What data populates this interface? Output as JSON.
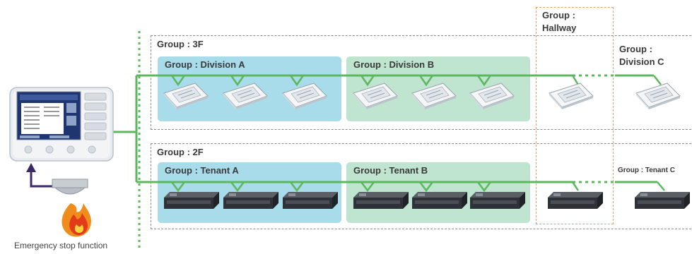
{
  "groups": {
    "floor3": {
      "label": "Group : 3F",
      "zone_a": "Group : Division A",
      "zone_b": "Group : Division B",
      "zone_c_line1": "Group :",
      "zone_c_line2": "Division C"
    },
    "floor2": {
      "label": "Group : 2F",
      "zone_a": "Group : Tenant A",
      "zone_b": "Group : Tenant B",
      "zone_c": "Group : Tenant C"
    },
    "hallway_line1": "Group :",
    "hallway_line2": "Hallway"
  },
  "controller": {
    "caption": "Emergency stop function"
  },
  "colors": {
    "bus_line": "#5cb85c",
    "zone_blue": "#a8dcea",
    "zone_green": "#bfe4cf",
    "hallway_border": "#f0a060",
    "arrow": "#3b2a6b"
  },
  "icons": {
    "controller": "central-controller-icon",
    "sensor": "emergency-sensor-icon",
    "fire": "fire-icon",
    "cassette_unit": "ceiling-cassette-unit-icon",
    "duct_unit": "duct-unit-icon"
  }
}
